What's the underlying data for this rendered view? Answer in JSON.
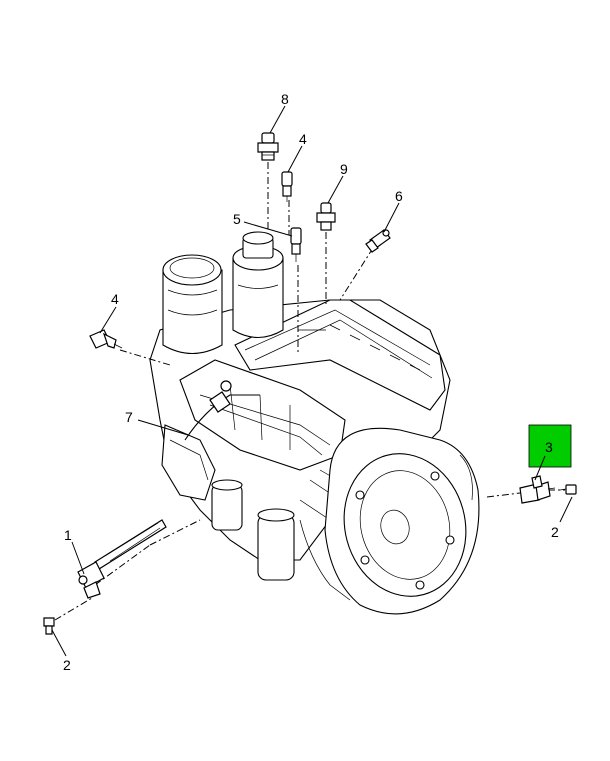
{
  "callouts": {
    "c8": "8",
    "c4_top": "4",
    "c9": "9",
    "c6": "6",
    "c5": "5",
    "c4_left": "4",
    "c7": "7",
    "c3": "3",
    "c2_right": "2",
    "c1": "1",
    "c2_left": "2"
  },
  "colors": {
    "highlight": "#00cc00",
    "ink": "#000000",
    "background": "#ffffff"
  }
}
